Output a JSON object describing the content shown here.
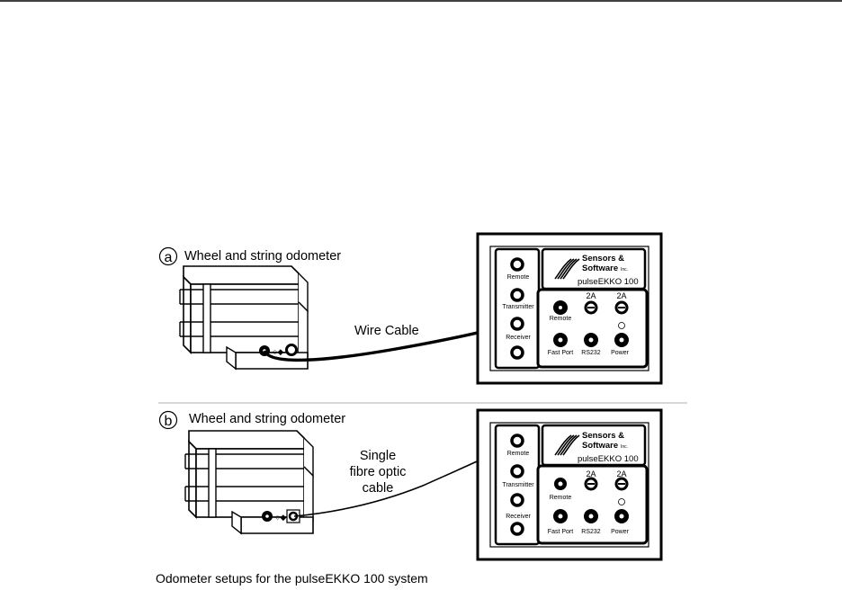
{
  "panels": [
    {
      "badge": "a",
      "title": "Wheel and string odometer",
      "cable_label_lines": [
        "Wire Cable"
      ]
    },
    {
      "badge": "b",
      "title": "Wheel and string odometer",
      "cable_label_lines": [
        "Single",
        "fibre optic",
        "cable"
      ]
    }
  ],
  "control_unit": {
    "brand_line1": "Sensors &",
    "brand_line2": "Software",
    "brand_suffix": "Inc.",
    "model": "pulseEKKO 100",
    "side_ports": [
      "Remote",
      "Transmitter",
      "Receiver"
    ],
    "fuse_labels": [
      "2A",
      "2A"
    ],
    "remote_label": "Remote",
    "bottom_ports": [
      "Fast Port",
      "RS232",
      "Power"
    ]
  },
  "caption": "Odometer setups for the pulseEKKO 100 system",
  "colors": {
    "ink": "#000000",
    "paper": "#ffffff",
    "rule": "#999999"
  }
}
